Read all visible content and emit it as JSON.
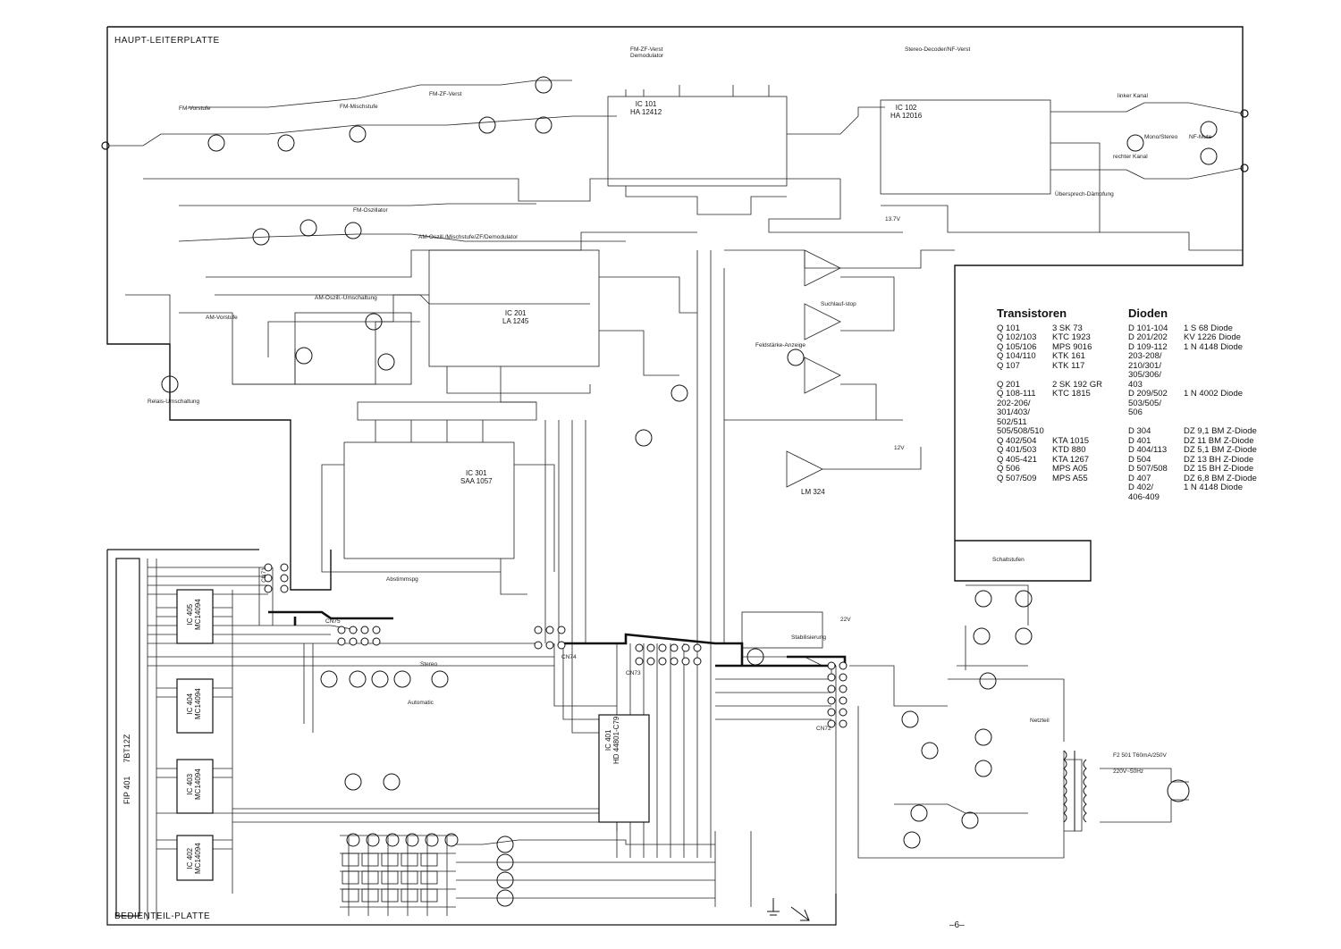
{
  "boards": {
    "main": "HAUPT-LEITERPLATTE",
    "panel": "BEDIENTEIL-PLATTE"
  },
  "page_number": "–6–",
  "ics": {
    "ic101": {
      "ref": "IC 101",
      "part": "HA 12412"
    },
    "ic102": {
      "ref": "IC 102",
      "part": "HA 12016"
    },
    "ic201": {
      "ref": "IC 201",
      "part": "LA 1245"
    },
    "ic301": {
      "ref": "IC 301",
      "part": "SAA 1057"
    },
    "ic302": {
      "part": "LM 324"
    },
    "ic401": {
      "ref": "IC 401",
      "part": "HD 44801-C79"
    },
    "ic405": {
      "ref": "IC 405",
      "part": "MC14094"
    },
    "ic404": {
      "ref": "IC 404",
      "part": "MC14094"
    },
    "ic403": {
      "ref": "IC 403",
      "part": "MC14094"
    },
    "ic402": {
      "ref": "IC 402",
      "part": "MC14094"
    },
    "fip": {
      "ref": "FIP 401",
      "part": "7BT12Z"
    }
  },
  "section_labels": [
    "FM-Vorstufe",
    "FM-Mischstufe",
    "FM-ZF-Verst",
    "FM-ZF-Verst Demodulator",
    "Stereo-Decoder/NF-Verst",
    "linker Kanal",
    "rechter Kanal",
    "NF-Mute",
    "FM-Oszillator",
    "AM-Oszill./Mischstufe/ZF/Demodulator",
    "AM-Oszill.-Umschaltung",
    "AM-Vorstufe",
    "Relais-Umschaltung",
    "Suchlauf-stop",
    "Feldstärke-Anzeige",
    "Abstimmspg",
    "Schaltstufen",
    "Stabilisierung",
    "Netzteil",
    "Automatic",
    "Stereo",
    "Übersprech-Dämpfung",
    "Mono/Stereo"
  ],
  "transistors_title": "Transistoren",
  "transistors": [
    {
      "ref": "Q 101",
      "type": "3 SK 73"
    },
    {
      "ref": "Q 102/103",
      "type": "KTC 1923"
    },
    {
      "ref": "Q 105/106",
      "type": "MPS 9016"
    },
    {
      "ref": "Q 104/110",
      "type": "KTK 161"
    },
    {
      "ref": "Q 107",
      "type": "KTK 117"
    },
    {
      "ref": "",
      "type": ""
    },
    {
      "ref": "Q 201",
      "type": "2 SK 192 GR"
    },
    {
      "ref": "Q 108-111",
      "type": "KTC 1815"
    },
    {
      "ref": "202-206/",
      "type": ""
    },
    {
      "ref": "301/403/",
      "type": ""
    },
    {
      "ref": "502/511",
      "type": ""
    },
    {
      "ref": "505/508/510",
      "type": ""
    },
    {
      "ref": "Q 402/504",
      "type": "KTA 1015"
    },
    {
      "ref": "Q 401/503",
      "type": "KTD 880"
    },
    {
      "ref": "Q 405-421",
      "type": "KTA 1267"
    },
    {
      "ref": "Q 506",
      "type": "MPS A05"
    },
    {
      "ref": "Q 507/509",
      "type": "MPS A55"
    }
  ],
  "diodes_title": "Dioden",
  "diodes": [
    {
      "ref": "D 101-104",
      "type": "1 S 68 Diode"
    },
    {
      "ref": "D 201/202",
      "type": "KV 1226 Diode"
    },
    {
      "ref": "D 109-112",
      "type": "1 N 4148 Diode"
    },
    {
      "ref": "203-208/",
      "type": ""
    },
    {
      "ref": "210/301/",
      "type": ""
    },
    {
      "ref": "305/306/",
      "type": ""
    },
    {
      "ref": "403",
      "type": ""
    },
    {
      "ref": "D 209/502",
      "type": "1 N 4002 Diode"
    },
    {
      "ref": "503/505/",
      "type": ""
    },
    {
      "ref": "506",
      "type": ""
    },
    {
      "ref": "",
      "type": ""
    },
    {
      "ref": "D 304",
      "type": "DZ 9,1 BM Z-Diode"
    },
    {
      "ref": "D 401",
      "type": "DZ 11 BM Z-Diode"
    },
    {
      "ref": "D 404/113",
      "type": "DZ 5,1 BM Z-Diode"
    },
    {
      "ref": "D 504",
      "type": "DZ 13 BH Z-Diode"
    },
    {
      "ref": "D 507/508",
      "type": "DZ 15 BH Z-Diode"
    },
    {
      "ref": "D 407",
      "type": "DZ 6,8 BM Z-Diode"
    },
    {
      "ref": "D 402/",
      "type": "1 N 4148 Diode"
    },
    {
      "ref": "406-409",
      "type": ""
    }
  ],
  "connectors": [
    "CN71",
    "CN72",
    "CN73",
    "CN74",
    "CN75"
  ],
  "supply_labels": [
    "13.7V",
    "12V",
    "22V",
    "220V~50Hz",
    "F2 501 T60mA/250V"
  ]
}
